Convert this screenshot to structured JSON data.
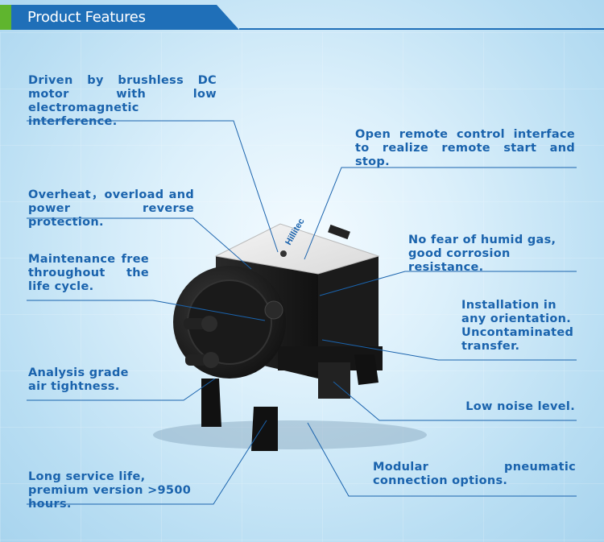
{
  "header": {
    "title": "Product Features"
  },
  "features": {
    "motor": "Driven by brushless DC motor with low electromagnetic interference.",
    "remote": "Open remote control interface to realize remote start and stop.",
    "protection": "Overheat，overload and power reverse protection.",
    "humid": "No fear of humid gas, good corrosion resistance.",
    "maintenance": "Maintenance free throughout the life cycle.",
    "installation": "Installation in any orientation. Uncontaminated transfer.",
    "tightness": "Analysis grade air tightness.",
    "noise": "Low noise level.",
    "service": "Long service life, premium version >9500 hours.",
    "modular": "Modular pneumatic connection options."
  },
  "product": {
    "brand_label": "Hillitec"
  },
  "colors": {
    "accent": "#1a63ad",
    "header_blue": "#1f6fb8",
    "header_green": "#5fb52e"
  }
}
